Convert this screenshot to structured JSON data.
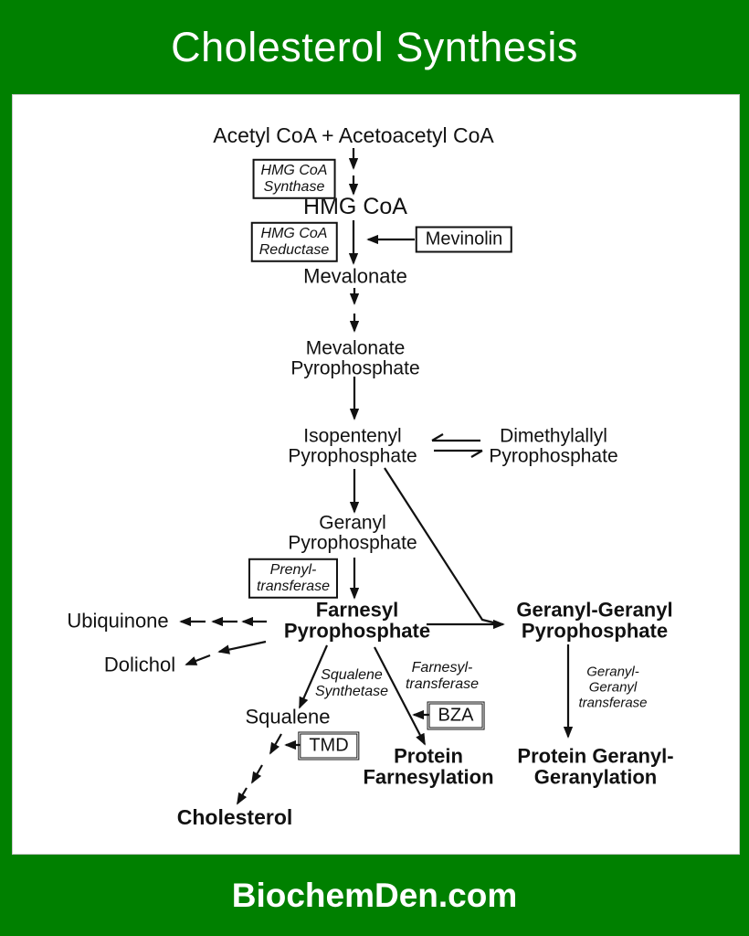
{
  "colors": {
    "border_green": "#008000",
    "title_text": "#ffffff",
    "diagram_ink": "#111111",
    "panel_background": "#ffffff"
  },
  "header": {
    "title": "Cholesterol Synthesis"
  },
  "footer": {
    "site": "BiochemDen.com"
  },
  "pathway": {
    "metabolites": {
      "acetyl": {
        "line1": "Acetyl CoA + Acetoacetyl CoA"
      },
      "hmg_coa": {
        "line1": "HMG CoA"
      },
      "mevalonate": {
        "line1": "Mevalonate"
      },
      "mevalonate_pp": {
        "line1": "Mevalonate",
        "line2": "Pyrophosphate"
      },
      "isopentenyl_pp": {
        "line1": "Isopentenyl",
        "line2": "Pyrophosphate"
      },
      "dimethylallyl_pp": {
        "line1": "Dimethylallyl",
        "line2": "Pyrophosphate"
      },
      "geranyl_pp": {
        "line1": "Geranyl",
        "line2": "Pyrophosphate"
      },
      "farnesyl_pp": {
        "line1": "Farnesyl",
        "line2": "Pyrophosphate"
      },
      "geranyl_geranyl_pp": {
        "line1": "Geranyl-Geranyl",
        "line2": "Pyrophosphate"
      },
      "ubiquinone": {
        "line1": "Ubiquinone"
      },
      "dolichol": {
        "line1": "Dolichol"
      },
      "squalene": {
        "line1": "Squalene"
      },
      "cholesterol": {
        "line1": "Cholesterol"
      },
      "protein_farnesylation": {
        "line1": "Protein",
        "line2": "Farnesylation"
      },
      "protein_geranyl_geranylation": {
        "line1": "Protein Geranyl-",
        "line2": "Geranylation"
      }
    },
    "enzymes": {
      "hmg_coa_synthase": {
        "line1": "HMG CoA",
        "line2": "Synthase"
      },
      "hmg_coa_reductase": {
        "line1": "HMG CoA",
        "line2": "Reductase"
      },
      "prenyl_transferase": {
        "line1": "Prenyl-",
        "line2": "transferase"
      },
      "squalene_synthetase": {
        "line1": "Squalene",
        "line2": "Synthetase"
      },
      "farnesyl_transferase": {
        "line1": "Farnesyl-",
        "line2": "transferase"
      },
      "geranyl_geranyl_transferase": {
        "line1": "Geranyl-",
        "line2": "Geranyl",
        "line3": "transferase"
      }
    },
    "inhibitors": {
      "mevinolin": {
        "label": "Mevinolin"
      },
      "bza": {
        "label": "BZA"
      },
      "tmd": {
        "label": "TMD"
      }
    }
  }
}
